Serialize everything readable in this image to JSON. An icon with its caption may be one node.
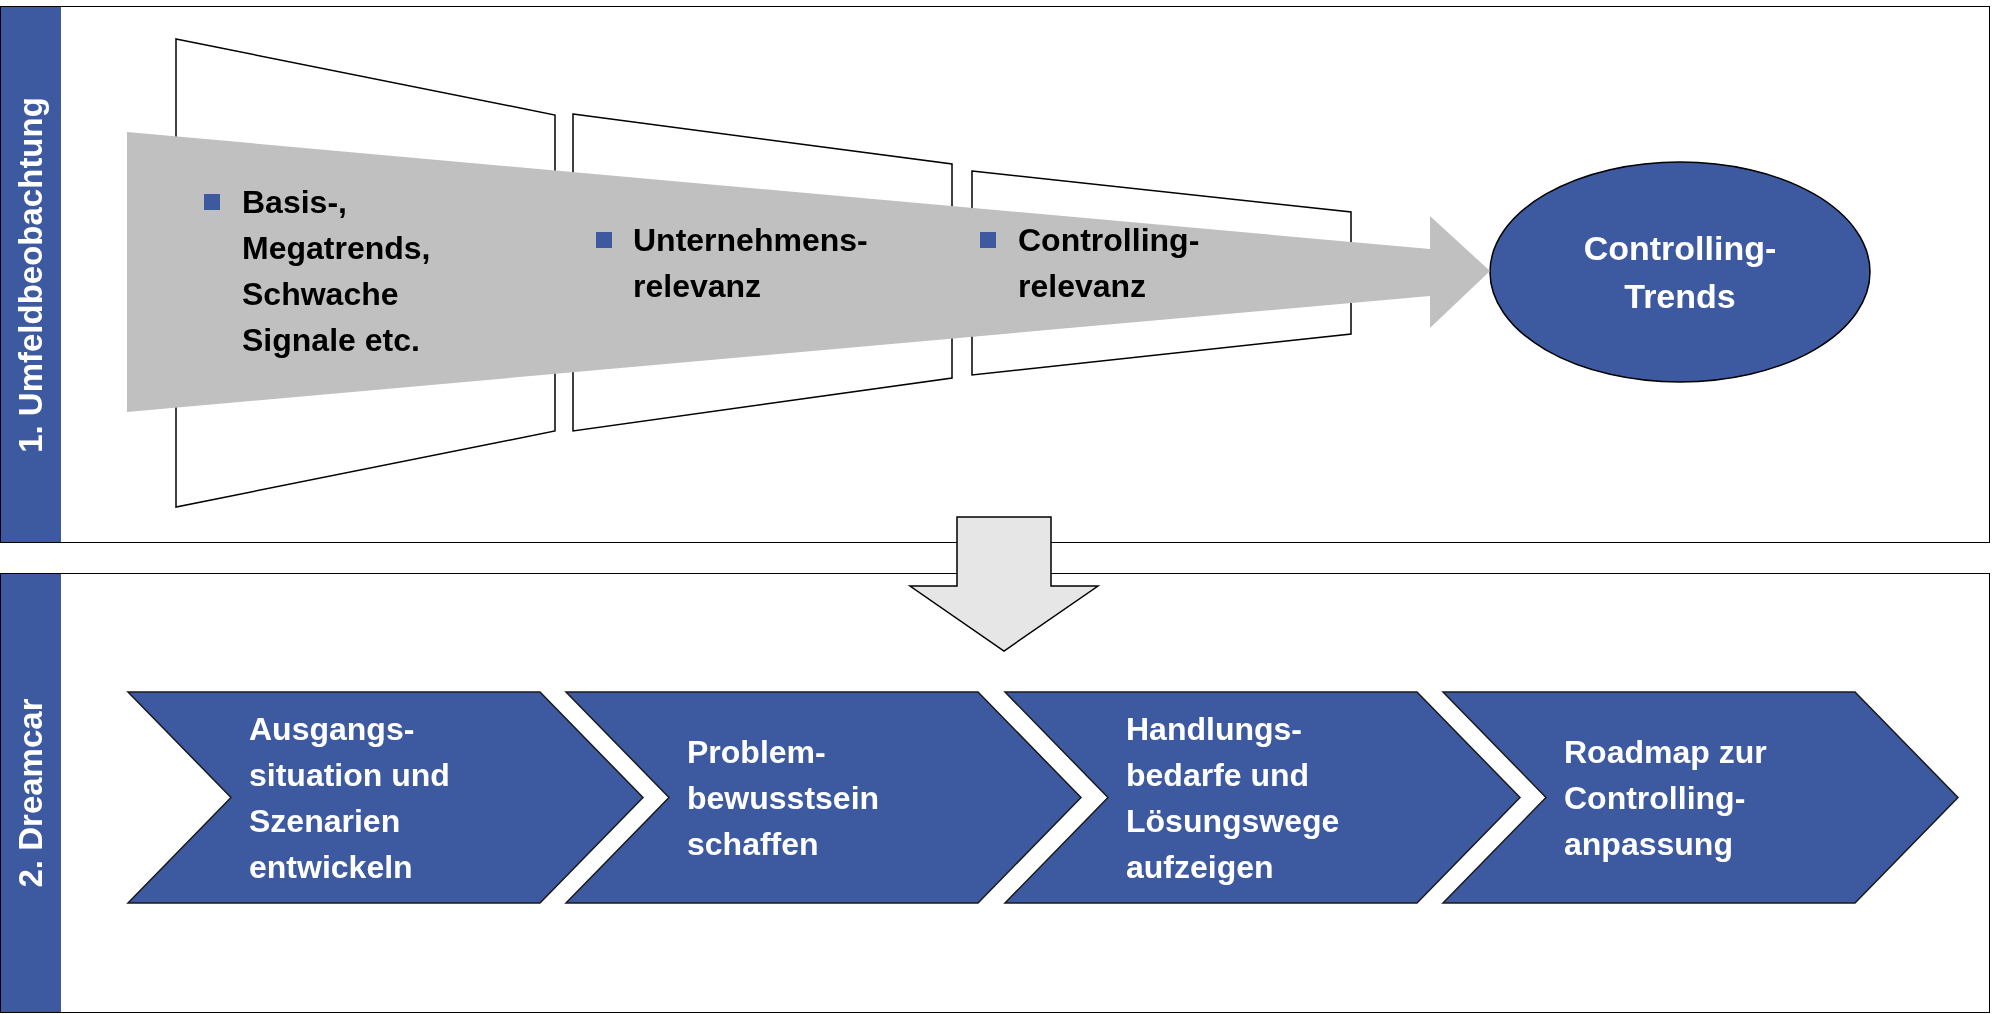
{
  "diagram": {
    "nodes": [
      {
        "text": [
          "1. Umfeldbeobachtung"
        ]
      },
      {
        "text": [
          "Basis-, Megatrends, Schwache Signale etc."
        ],
        "in": 0
      },
      {
        "text": [
          "Unternehmens- relevanz"
        ],
        "in": 0
      },
      {
        "text": [
          "Controlling- relevanz"
        ],
        "in": 0
      },
      {
        "text": [
          "Controlling- Trends"
        ],
        "in": 0
      },
      {
        "text": [
          "2. Dreamcar"
        ]
      },
      {
        "text": [
          "Ausgangs- situation und Szenarien entwickeln"
        ],
        "in": 5
      },
      {
        "text": [
          "Problem- bewusstsein schaffen"
        ],
        "in": 5
      },
      {
        "text": [
          "Handlungs- bedarfe und Lösungswege aufzeigen"
        ],
        "in": 5
      },
      {
        "text": [
          "Roadmap zur Controlling- anpassung"
        ],
        "in": 5
      }
    ],
    "edges": [
      {
        "from": null,
        "to": 4,
        "arrow": "to",
        "style": "thick",
        "color": "#c0c0c0"
      },
      {
        "from": 0,
        "to": 5,
        "arrow": "to",
        "style": "thick",
        "color": "#e6e6e6"
      }
    ]
  }
}
